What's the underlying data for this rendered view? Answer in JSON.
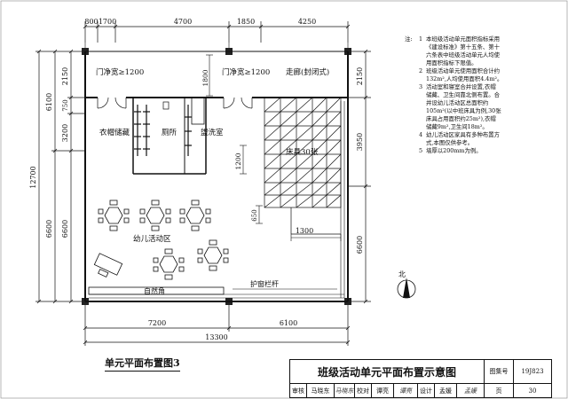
{
  "dimensions": {
    "top": [
      "800",
      "1700",
      "4700",
      "1850",
      "4250"
    ],
    "left_outer": "12700",
    "left_mid": [
      "6100",
      "6600"
    ],
    "left_inner": [
      "2150",
      "750",
      "3200",
      "6600"
    ],
    "right": [
      "2150",
      "3950",
      "6600"
    ],
    "bottom": [
      "7200",
      "6100"
    ],
    "bottom_total": "13300",
    "interior": {
      "d1800": "1800",
      "d1200": "1200",
      "d650": "650",
      "d1300": "1300"
    }
  },
  "rooms": {
    "door1": "门净宽≥1200",
    "door2": "门净宽≥1200",
    "corridor": "走廊(封闭式)",
    "storage": "衣帽储藏",
    "toilet": "厕所",
    "washroom": "盥洗室",
    "beds": "床具30张",
    "activity": "幼儿活动区",
    "shelf": "自然角",
    "railing": "护窗栏杆"
  },
  "north": "北",
  "notes": {
    "prefix": "注:",
    "items": [
      {
        "num": "1",
        "lines": [
          "本班级活动单元面积指标采用",
          "《建设标准》第十五条、第十",
          "六条表中班级活动单元人均使",
          "用面积指标下限值。"
        ]
      },
      {
        "num": "2",
        "lines": [
          "班级活动单元使用面积合计约",
          "132m²,人均使用面积4.4m²。"
        ]
      },
      {
        "num": "3",
        "lines": [
          "活动室和寝室合并设置,衣帽",
          "储藏、卫生间靠北侧布置。合",
          "并设幼儿活动区总面积约",
          "105m²(以中班床具为例,30张",
          "床具占用面积约25m²),衣帽",
          "储藏9m²,卫生间18m²。"
        ]
      },
      {
        "num": "4",
        "lines": [
          "幼儿活动区家具有多种布置方",
          "式,本图仅供参考。"
        ]
      },
      {
        "num": "5",
        "lines": [
          "墙厚以200mm为例。"
        ]
      }
    ]
  },
  "caption": "单元平面布置图3",
  "title_block": {
    "title": "班级活动单元平面布置示意图",
    "atlas_label": "图集号",
    "atlas_value": "19J823",
    "review_label": "审核",
    "review_name": "马晓东",
    "review_sig": "马晓东",
    "check_label": "校对",
    "check_name": "谭亮",
    "check_sig": "谭亮",
    "design_label": "设计",
    "design_name": "孟媛",
    "design_sig": "孟媛",
    "page_label": "页",
    "page_value": "30"
  }
}
